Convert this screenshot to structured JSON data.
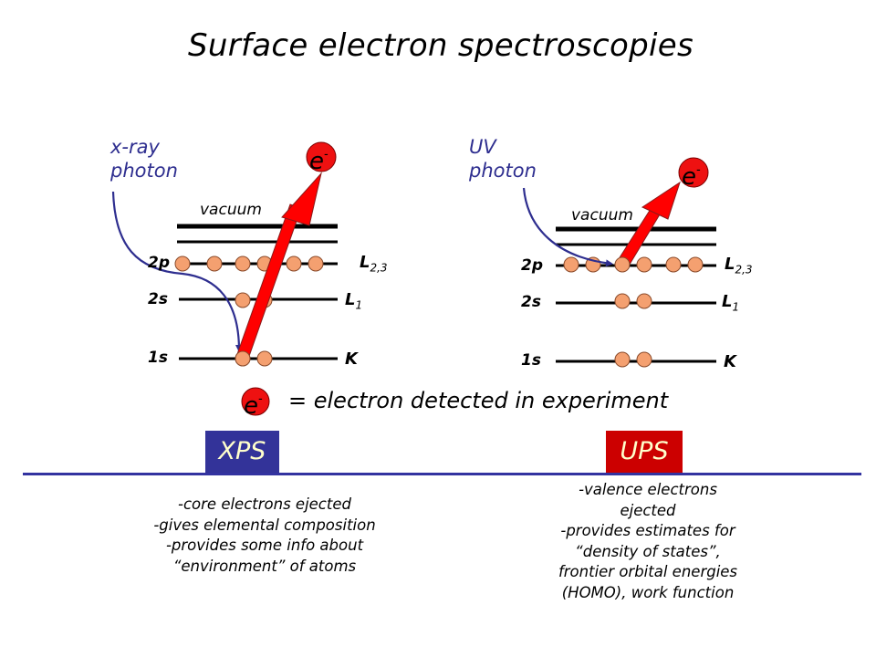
{
  "title": "Surface electron spectroscopies",
  "colors": {
    "photon_arrow": "#2e2e8f",
    "electron_arrow": "#ff0000",
    "electron_dot": "#f4a070",
    "xps_badge": "#333399",
    "ups_badge": "#cc0000",
    "badge_text": "#ffffcc",
    "divider": "#3333a0"
  },
  "xps_diagram": {
    "photon_label_line1": "x-ray",
    "photon_label_line2": "photon",
    "vacuum_label": "vacuum",
    "levels": [
      {
        "orbital": "2p",
        "shell": "L",
        "subscript": "2,3",
        "electrons": 6
      },
      {
        "orbital": "2s",
        "shell": "L",
        "subscript": "1",
        "electrons": 2
      },
      {
        "orbital": "1s",
        "shell": "K",
        "subscript": "",
        "electrons": 2
      }
    ],
    "ejected_from": "1s",
    "electron_symbol": "e",
    "electron_charge": "-"
  },
  "ups_diagram": {
    "photon_label_line1": "UV",
    "photon_label_line2": "photon",
    "vacuum_label": "vacuum",
    "levels": [
      {
        "orbital": "2p",
        "shell": "L",
        "subscript": "2,3",
        "electrons": 6
      },
      {
        "orbital": "2s",
        "shell": "L",
        "subscript": "1",
        "electrons": 2
      },
      {
        "orbital": "1s",
        "shell": "K",
        "subscript": "",
        "electrons": 2
      }
    ],
    "ejected_from": "2p",
    "electron_symbol": "e",
    "electron_charge": "-"
  },
  "legend": {
    "symbol": "e",
    "charge": "-",
    "text": "= electron detected in experiment"
  },
  "xps": {
    "label": "XPS",
    "notes": [
      "-core electrons ejected",
      "-gives elemental composition",
      "-provides some info about",
      "“environment” of atoms"
    ]
  },
  "ups": {
    "label": "UPS",
    "notes": [
      "-valence electrons",
      "ejected",
      "-provides estimates for",
      "“density of states”,",
      "frontier orbital energies",
      "(HOMO), work function"
    ]
  }
}
